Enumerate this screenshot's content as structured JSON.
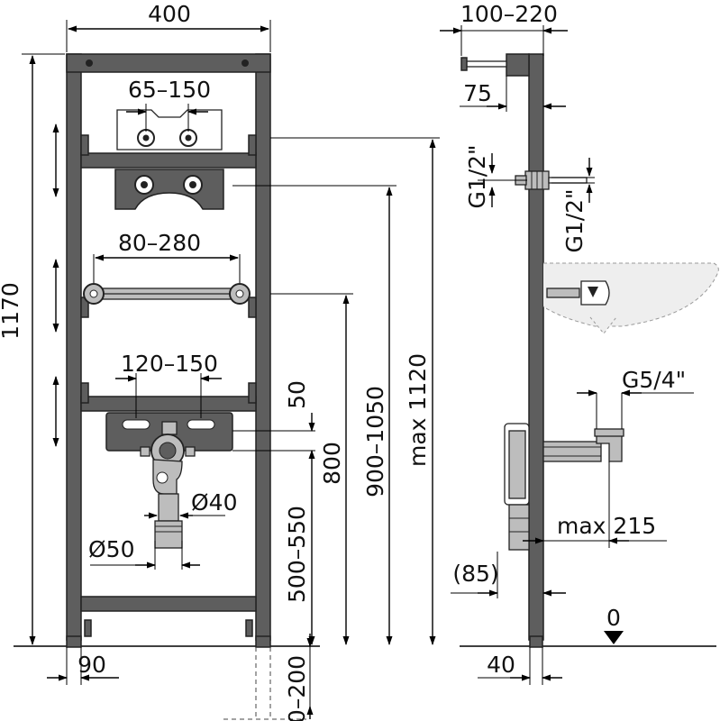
{
  "labels": {
    "width_total": "400",
    "height_total": "1170",
    "bracket_top": "65–150",
    "bar_span": "80–280",
    "drain_span": "120–150",
    "offset_50": "50",
    "dim_500_550": "500–550",
    "dim_800": "800",
    "dim_900_1050": "900–1050",
    "dim_max_1120": "max 1120",
    "dia_40": "Ø40",
    "dia_50": "Ø50",
    "foot_90": "90",
    "foot_0_200": "0–200",
    "side_100_220": "100–220",
    "side_75": "75",
    "thread_g12_a": "G1/2\"",
    "thread_g12_b": "G1/2\"",
    "thread_g54": "G5/4\"",
    "max_215": "max 215",
    "dim_85": "(85)",
    "floor_zero": "0",
    "side_40": "40"
  },
  "colors": {
    "frame": "#5e5e5e",
    "line": "#000000",
    "background": "#ffffff"
  }
}
